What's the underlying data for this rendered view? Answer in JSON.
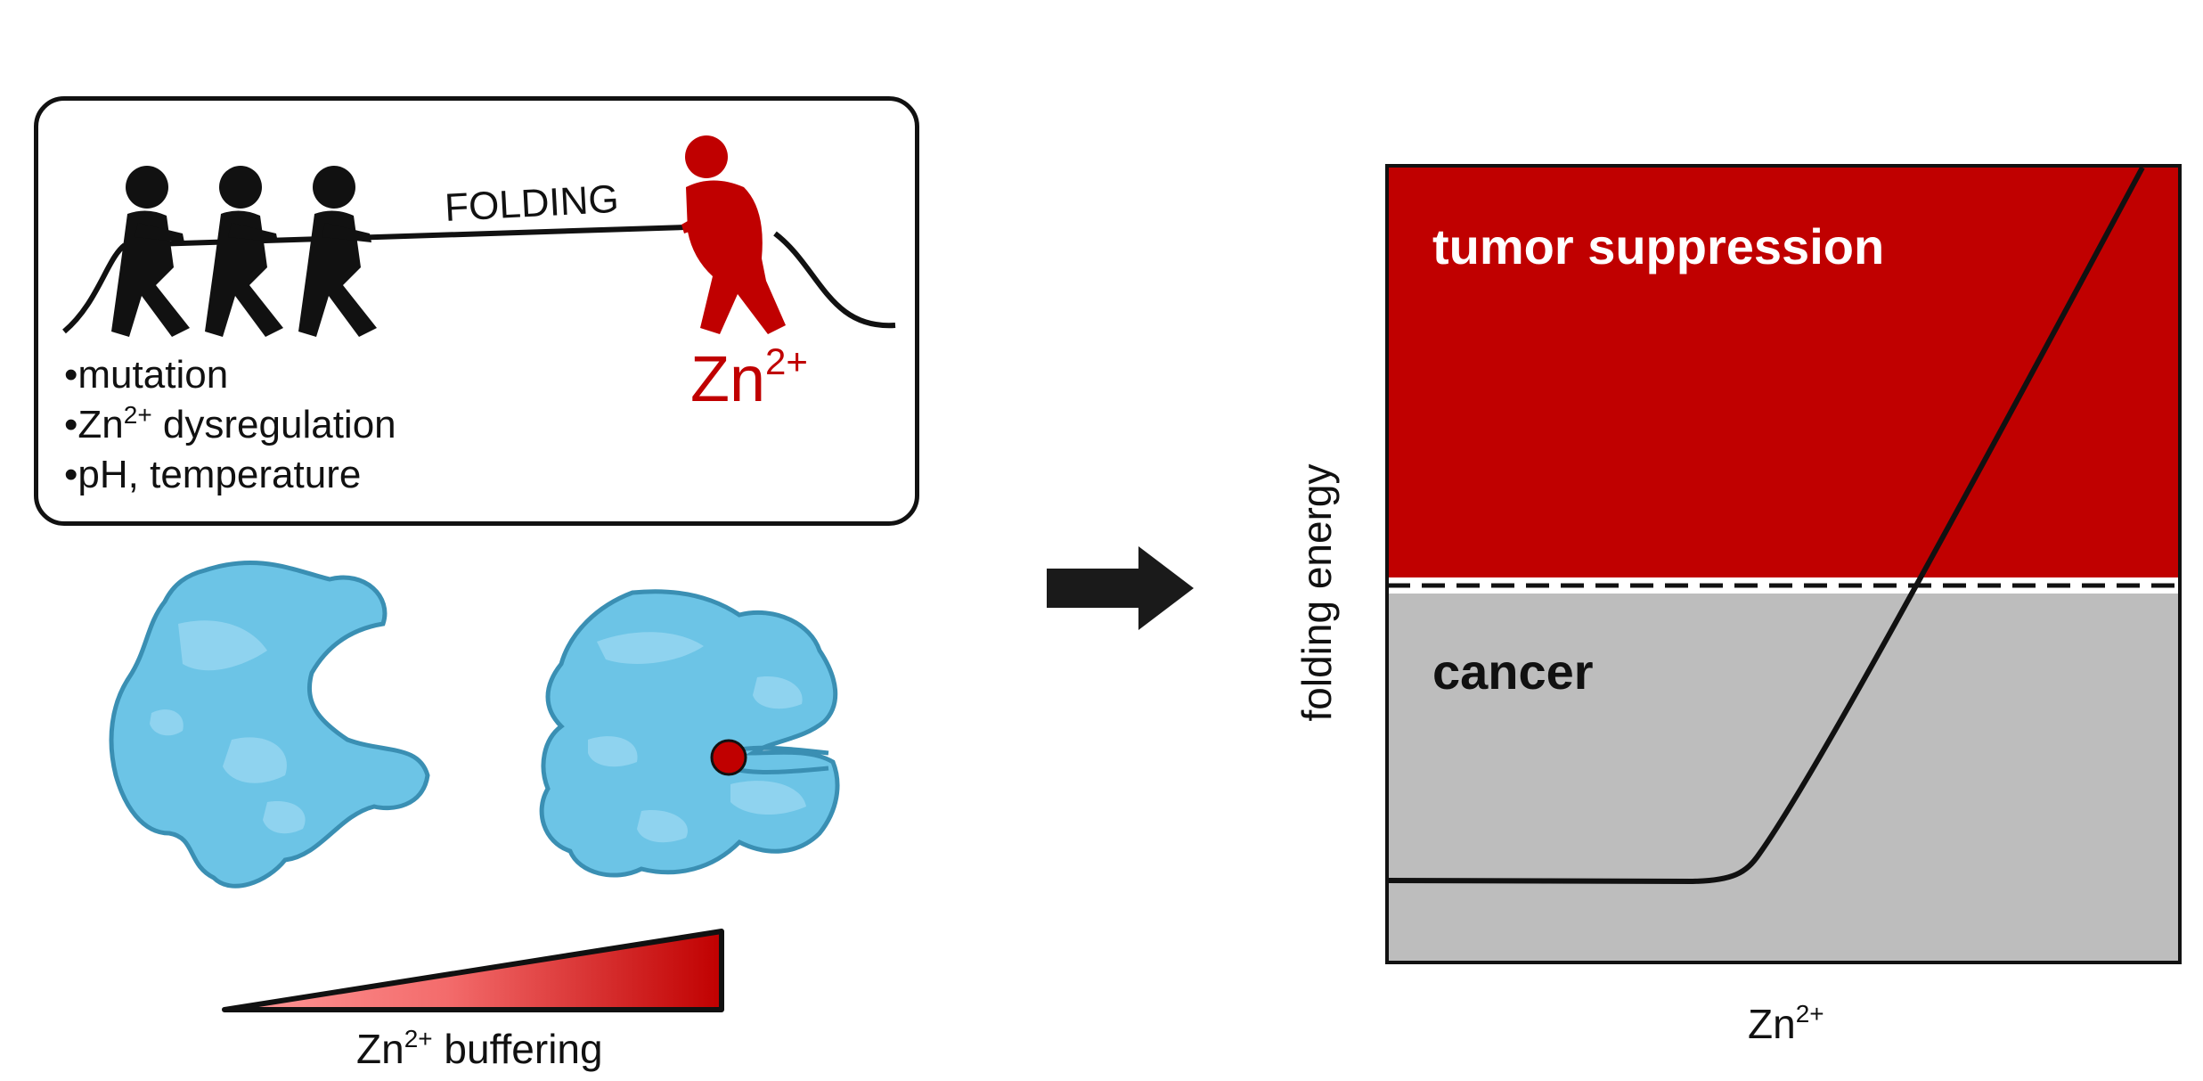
{
  "tug_of_war": {
    "rope_label": "FOLDING",
    "factors": [
      "•mutation",
      "•Zn",
      "•pH, temperature"
    ],
    "factor_zn_sup": "2+",
    "factor_zn_rest": " dysregulation",
    "zn_label": "Zn",
    "zn_sup": "2+"
  },
  "buffering": {
    "label": "Zn",
    "sup": "2+",
    "rest": " buffering"
  },
  "graph": {
    "ylabel": "folding energy",
    "xlabel": "Zn",
    "xlabel_sup": "2+",
    "upper_region": "tumor suppression",
    "lower_region": "cancer"
  },
  "colors": {
    "red": "#c00000",
    "grey": "#bdbdbd",
    "protein_fill": "#6cc4e6",
    "protein_stroke": "#3a8fb3"
  }
}
